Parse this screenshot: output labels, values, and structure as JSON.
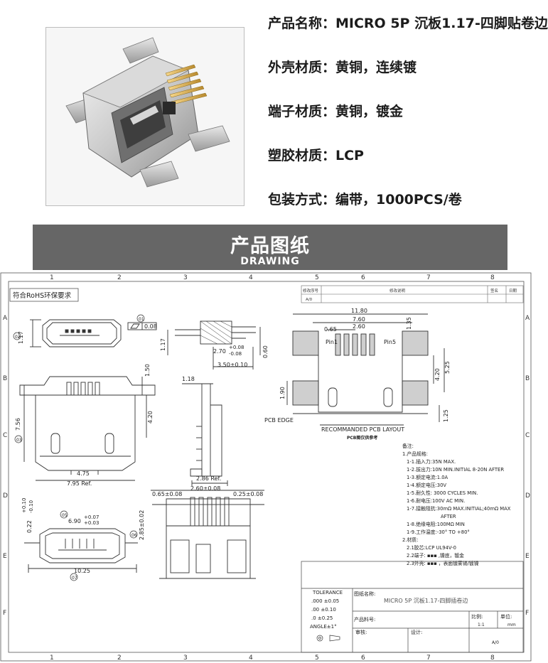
{
  "specs": {
    "name": "产品名称：MICRO 5P  沉板1.17-四脚贴卷边",
    "shell": "外壳材质：黄铜，连续镀",
    "terminal": "端子材质：黄铜，镀金",
    "plastic": "塑胶材质：LCP",
    "package": "包装方式：编带，1000PCS/卷"
  },
  "section": {
    "title": "产品图纸",
    "subtitle": "DRAWING"
  },
  "drawing": {
    "columns": [
      "1",
      "2",
      "3",
      "4",
      "5",
      "6",
      "7",
      "8"
    ],
    "rows": [
      "A",
      "B",
      "C",
      "D",
      "E",
      "F"
    ],
    "rohs": "符合RoHS环保要求",
    "revision_headers": [
      "修改序号",
      "修改说明",
      "签名",
      "日期"
    ],
    "revision_value": "A/0",
    "dims": {
      "d1": "1.17",
      "flat": "0.08",
      "d2": "1.17",
      "d3": "0.60",
      "d4": "2.70",
      "d4_tol_up": "+0.08",
      "d4_tol_dn": "-0.08",
      "d5": "3.50±0.10",
      "d6": "1.50",
      "d7": "7.56",
      "d8": "4.20",
      "d9": "4.75",
      "d10": "7.95 Ref.",
      "d11": "1.18",
      "d12": "2.86 Ref.",
      "d13": "0.65±0.08",
      "d14": "2.60±0.08",
      "d15": "0.25±0.08",
      "d16": "0.22",
      "d16_up": "+0.10",
      "d16_dn": "-0.10",
      "d17": "6.90",
      "d17_up": "+0.07",
      "d17_dn": "+0.03",
      "d18": "2.85±0.02",
      "d19": "10.25",
      "pcb_1180": "11.80",
      "pcb_760": "7.60",
      "pcb_065": "0.65",
      "pcb_260": "2.60",
      "pcb_135": "1.35",
      "pcb_420": "4.20",
      "pcb_525": "5.25",
      "pcb_190": "1.90",
      "pcb_125": "1.25",
      "pin1": "Pin1",
      "pin5": "Pin5",
      "pcb_edge": "PCB EDGE",
      "layout": "RECOMMANDED  PCB  LAYOUT",
      "layout_note": "PCB图仅供参考"
    },
    "circles": {
      "c1": "01",
      "c2": "02",
      "c3": "03",
      "c4": "04",
      "c5": "05",
      "c6": "06",
      "c7": "07"
    },
    "notes": [
      "备注:",
      "1.产品规格:",
      "1-1.插入力:35N MAX.",
      "1-2.拔出力:10N MIN.INITIAL 8-20N AFTER",
      "1-3.额定电流:1.0A",
      "1-4.额定电压:30V",
      "1-5.耐久性: 3000 CYCLES MIN.",
      "1-6.耐电压:100V AC MIN.",
      "1-7.接触阻抗:30mΩ  MAX.INITIAL;40mΩ  MAX",
      "AFTER",
      "1-8.绝缘电阻:100MΩ  MIN",
      "1-9.工作温度:-30° TO +80°",
      "2.材质:",
      "2.1胶芯:LCP UL94V-0",
      "2.2端子:  ▪▪▪ ,镍底，镀金",
      "2.3外壳:  ▪▪▪ ，表面镀雾锡/镀镍"
    ],
    "tolerance": {
      "title": "TOLERANCE",
      "lines": [
        ".000 ±0.05",
        ".00  ±0.10",
        ".0   ±0.25",
        "ANGLE±1°"
      ]
    },
    "titleblock": {
      "name_label": "图纸名称:",
      "name_value": "MICRO 5P 沉板1.17-四脚插卷边",
      "part_label": "产品料号:",
      "scale_label": "比例:",
      "scale_value": "1:1",
      "unit_label": "单位:",
      "unit_value": "mm",
      "review_label": "审核:",
      "design_label": "设计:",
      "sheet_value": "A/0"
    }
  }
}
